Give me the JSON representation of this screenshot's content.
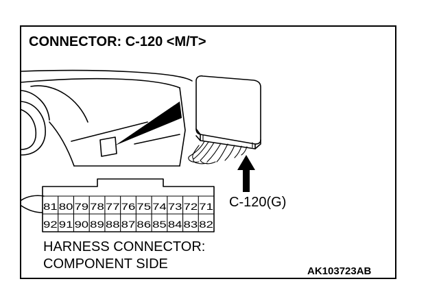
{
  "title": "CONNECTOR: C-120 <M/T>",
  "callout_label": "C-120(G)",
  "connector": {
    "top_row": [
      "81",
      "80",
      "79",
      "78",
      "77",
      "76",
      "75",
      "74",
      "73",
      "72",
      "71"
    ],
    "bottom_row": [
      "92",
      "91",
      "90",
      "89",
      "88",
      "87",
      "86",
      "85",
      "84",
      "83",
      "82"
    ]
  },
  "caption_line1": "HARNESS CONNECTOR:",
  "caption_line2": "COMPONENT SIDE",
  "figure_id": "AK103723AB"
}
